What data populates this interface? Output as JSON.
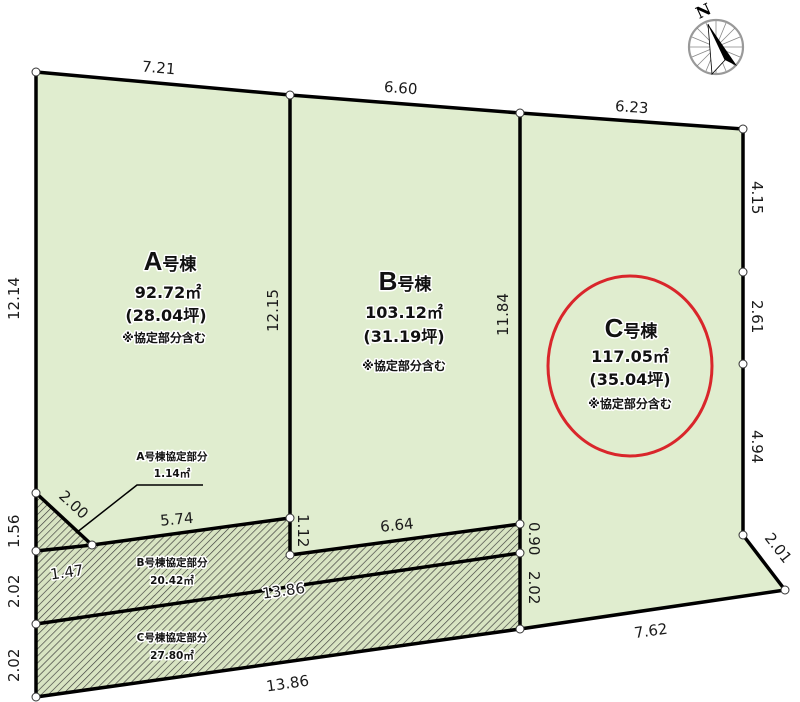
{
  "colors": {
    "lot_fill": "#e0edcf",
    "boundary": "#000000",
    "highlight_circle": "#d9262b",
    "hatch_bg": "#d8e4c2",
    "hatch_line": "#3a3a3a"
  },
  "compass": {
    "label": "N"
  },
  "lots": {
    "A": {
      "letter": "A",
      "suffix": "号棟",
      "area": "92.72㎡",
      "tsubo": "(28.04坪)",
      "note": "※協定部分含む"
    },
    "B": {
      "letter": "B",
      "suffix": "号棟",
      "area": "103.12㎡",
      "tsubo": "(31.19坪)",
      "note": "※協定部分含む"
    },
    "C": {
      "letter": "C",
      "suffix": "号棟",
      "area": "117.05㎡",
      "tsubo": "(35.04坪)",
      "note": "※協定部分含む"
    }
  },
  "agreement_parts": {
    "A": {
      "title": "A号棟協定部分",
      "area": "1.14㎡"
    },
    "B": {
      "title": "B号棟協定部分",
      "area": "20.42㎡"
    },
    "C": {
      "title": "C号棟協定部分",
      "area": "27.80㎡"
    }
  },
  "dimensions": {
    "top_a": "7.21",
    "top_b": "6.60",
    "top_c": "6.23",
    "left_a": "12.14",
    "ab_divider": "12.15",
    "bc_divider": "11.84",
    "right_upper": "4.15",
    "right_middle": "2.61",
    "right_lower": "4.94",
    "corner_cut_right": "2.01",
    "bottom_c": "7.62",
    "corner_cut_left": "2.00",
    "a_bottom": "5.74",
    "b_bottom": "6.64",
    "b_jog": "1.12",
    "c_left_upper": "0.90",
    "c_left_lower": "2.02",
    "left_156": "1.56",
    "left_147": "1.47",
    "left_202_upper": "2.02",
    "left_202_lower": "2.02",
    "strip_middle": "13.86",
    "strip_bottom": "13.86"
  }
}
